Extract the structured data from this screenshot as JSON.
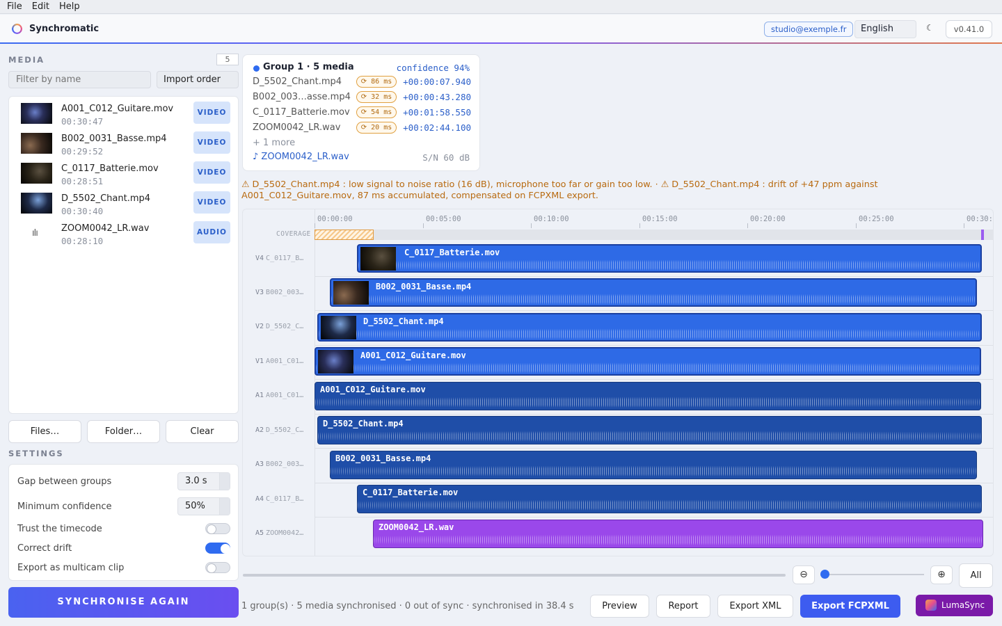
{
  "menu": [
    "File",
    "Edit",
    "Help"
  ],
  "header": {
    "app_name": "Synchromatic",
    "email": "studio@exemple.fr",
    "language": "English",
    "theme_icon": "moon-icon",
    "version": "v0.41.0"
  },
  "media": {
    "section_title": "MEDIA",
    "count": "5",
    "filter_placeholder": "Filter by name",
    "order": "Import order",
    "items": [
      {
        "name": "A001_C012_Guitare.mov",
        "duration": "00:30:47",
        "kind": "VIDEO"
      },
      {
        "name": "B002_0031_Basse.mp4",
        "duration": "00:29:52",
        "kind": "VIDEO"
      },
      {
        "name": "C_0117_Batterie.mov",
        "duration": "00:28:51",
        "kind": "VIDEO"
      },
      {
        "name": "D_5502_Chant.mp4",
        "duration": "00:30:40",
        "kind": "VIDEO"
      },
      {
        "name": "ZOOM0042_LR.wav",
        "duration": "00:28:10",
        "kind": "AUDIO"
      }
    ],
    "buttons": {
      "files": "Files…",
      "folder": "Folder…",
      "clear": "Clear"
    }
  },
  "settings": {
    "section_title": "SETTINGS",
    "gap_label": "Gap between groups",
    "gap_value": "3.0 s",
    "confidence_label": "Minimum confidence",
    "confidence_value": "50%",
    "trust_timecode_label": "Trust the timecode",
    "trust_timecode": false,
    "correct_drift_label": "Correct drift",
    "correct_drift": true,
    "multicam_label": "Export as multicam clip",
    "multicam": false
  },
  "sync_button": "SYNCHRONISE AGAIN",
  "group": {
    "title": "Group 1 · 5 media",
    "confidence": "confidence 94%",
    "rows": [
      {
        "name": "D_5502_Chant.mp4",
        "jitter": "⟳ 86 ms",
        "offset": "+00:00:07.940"
      },
      {
        "name": "B002_003…asse.mp4",
        "jitter": "⟳ 32 ms",
        "offset": "+00:00:43.280"
      },
      {
        "name": "C_0117_Batterie.mov",
        "jitter": "⟳ 54 ms",
        "offset": "+00:01:58.550"
      },
      {
        "name": "ZOOM0042_LR.wav",
        "jitter": "⟳ 20 ms",
        "offset": "+00:02:44.100"
      }
    ],
    "more": "+ 1 more",
    "reference": "♪ ZOOM0042_LR.wav",
    "sn": "S/N 60 dB"
  },
  "warnings": "⚠ D_5502_Chant.mp4 : low signal to noise ratio (16 dB), microphone too far or gain too low.  ·  ⚠ D_5502_Chant.mp4 : drift of +47 ppm against A001_C012_Guitare.mov, 87 ms accumulated, compensated on FCPXML export.",
  "timeline": {
    "ticks": [
      "00:00:00",
      "00:05:00",
      "00:10:00",
      "00:15:00",
      "00:20:00",
      "00:25:00",
      "00:30:"
    ],
    "coverage_label": "COVERAGE",
    "tracks": [
      {
        "id": "V4",
        "short": "C_0117_B…",
        "clip": "C_0117_Batterie.mov",
        "type": "video"
      },
      {
        "id": "V3",
        "short": "B002_003…",
        "clip": "B002_0031_Basse.mp4",
        "type": "video"
      },
      {
        "id": "V2",
        "short": "D_5502_C…",
        "clip": "D_5502_Chant.mp4",
        "type": "video"
      },
      {
        "id": "V1",
        "short": "A001_C01…",
        "clip": "A001_C012_Guitare.mov",
        "type": "video"
      },
      {
        "id": "A1",
        "short": "A001_C01…",
        "clip": "A001_C012_Guitare.mov",
        "type": "audio"
      },
      {
        "id": "A2",
        "short": "D_5502_C…",
        "clip": "D_5502_Chant.mp4",
        "type": "audio"
      },
      {
        "id": "A3",
        "short": "B002_003…",
        "clip": "B002_0031_Basse.mp4",
        "type": "audio"
      },
      {
        "id": "A4",
        "short": "C_0117_B…",
        "clip": "C_0117_Batterie.mov",
        "type": "audio"
      },
      {
        "id": "A5",
        "short": "ZOOM0042…",
        "clip": "ZOOM0042_LR.wav",
        "type": "zoom"
      }
    ]
  },
  "controls": {
    "zoom_out_icon": "zoom-out-icon",
    "zoom_in_icon": "zoom-in-icon",
    "all": "All"
  },
  "status": "1 group(s) · 5 media synchronised · 0 out of sync  ·  synchronised in 38.4 s",
  "actions": {
    "preview": "Preview",
    "report": "Report",
    "export_xml": "Export XML",
    "export_fcpxml": "Export FCPXML",
    "luma": "LumaSync"
  }
}
